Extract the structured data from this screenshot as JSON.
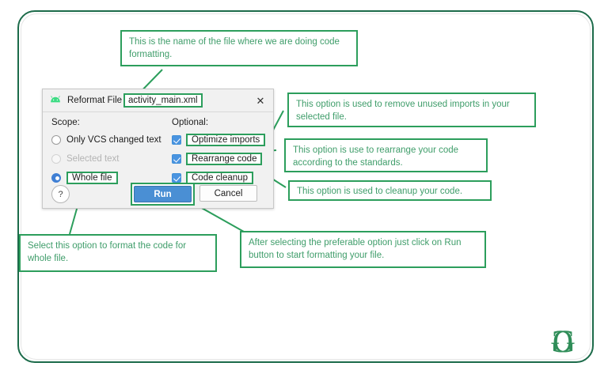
{
  "frame": {
    "border_color": "#1c6b4a"
  },
  "annotation": {
    "color": "#3f9d6a",
    "border_color": "#2c9e5c",
    "filename_note": "This is the name of the file where we are doing code formatting.",
    "optimize_note": "This option is used to remove unused imports in your selected file.",
    "rearrange_note": "This option is use to rearrange your code according to the standards.",
    "cleanup_note": "This option is used to cleanup your code.",
    "whole_file_note": "Select this option to format the code for whole file.",
    "run_note": "After selecting the preferable option just click on Run button to start formatting your file."
  },
  "dialog": {
    "icon": "android-robot-icon",
    "title": "Reformat File",
    "filename": "activity_main.xml",
    "close_label": "✕",
    "scope": {
      "label": "Scope:",
      "options": [
        {
          "label": "Only VCS changed text",
          "selected": false,
          "disabled": false,
          "highlighted": false
        },
        {
          "label": "Selected text",
          "selected": false,
          "disabled": true,
          "highlighted": false
        },
        {
          "label": "Whole file",
          "selected": true,
          "disabled": false,
          "highlighted": true
        }
      ]
    },
    "optional": {
      "label": "Optional:",
      "options": [
        {
          "label": "Optimize imports",
          "checked": true
        },
        {
          "label": "Rearrange code",
          "checked": true
        },
        {
          "label": "Code cleanup",
          "checked": true
        }
      ]
    },
    "buttons": {
      "help_label": "?",
      "run_label": "Run",
      "cancel_label": "Cancel",
      "run_color": "#4a8fd4"
    }
  },
  "watermark": {
    "text": "GeeksforGeeks",
    "color": "#2f8d58"
  }
}
